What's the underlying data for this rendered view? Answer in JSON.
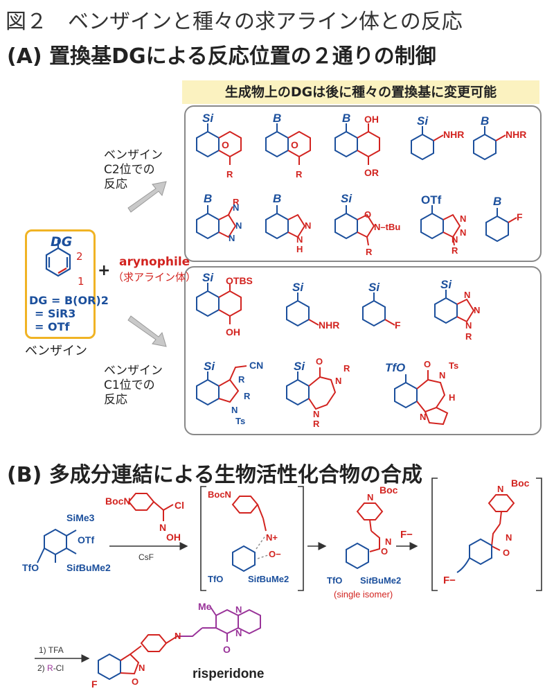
{
  "figure_title": "図２　ベンザインと種々の求アライン体との反応",
  "section_a": {
    "heading": "(A) 置換基DGによる反応位置の２通りの制御",
    "banner": "生成物上のDGは後に種々の置換基に変更可能",
    "c2_label": [
      "ベンザイン",
      "C2位での",
      "反応"
    ],
    "c1_label": [
      "ベンザイン",
      "C1位での",
      "反応"
    ],
    "benzyne_label": "ベンザイン",
    "dg_label": "DG",
    "dg_defs": [
      "DG = B(OR)2",
      "= SiR3",
      "= OTf"
    ],
    "pos_2": "2",
    "pos_1": "1",
    "plus": "+",
    "arynophile": "arynophile",
    "arynophile_jp": "（求アライン体）",
    "c2_products": [
      {
        "dg": "Si",
        "sub": [
          "O",
          "R"
        ]
      },
      {
        "dg": "B",
        "sub": [
          "O",
          "R"
        ]
      },
      {
        "dg": "B",
        "sub": [
          "OH",
          "OR"
        ]
      },
      {
        "dg": "Si",
        "sub": [
          "NHR"
        ]
      },
      {
        "dg": "B",
        "sub": [
          "NHR"
        ]
      },
      {
        "dg": "B",
        "sub": [
          "R",
          "N",
          "N",
          "N"
        ]
      },
      {
        "dg": "B",
        "sub": [
          "N",
          "N",
          "H"
        ]
      },
      {
        "dg": "Si",
        "sub": [
          "O",
          "N",
          "–tBu",
          "R"
        ]
      },
      {
        "dg": "OTf",
        "sub": [
          "N",
          "N",
          "N",
          "R"
        ]
      },
      {
        "dg": "B",
        "sub": [
          "F"
        ]
      }
    ],
    "c1_products": [
      {
        "dg": "Si",
        "sub": [
          "OTBS",
          "OH"
        ]
      },
      {
        "dg": "Si",
        "sub": [
          "NHR"
        ]
      },
      {
        "dg": "Si",
        "sub": [
          "F"
        ]
      },
      {
        "dg": "Si",
        "sub": [
          "N",
          "N",
          "N",
          "R"
        ]
      },
      {
        "dg": "Si",
        "sub": [
          "CN",
          "R",
          "R",
          "N",
          "Ts"
        ]
      },
      {
        "dg": "Si",
        "sub": [
          "O",
          "N",
          "R",
          "N",
          "R"
        ]
      },
      {
        "dg": "TfO",
        "sub": [
          "O",
          "N",
          "Ts",
          "H",
          "N"
        ]
      }
    ]
  },
  "section_b": {
    "heading": "(B) 多成分連結による生物活性化合物の合成",
    "start_subs": [
      "SiMe3",
      "OTf",
      "TfO",
      "SitBuMe2"
    ],
    "reagent": [
      "BocN",
      "Cl",
      "N",
      "OH"
    ],
    "cond1": "CsF",
    "intermediate": [
      "BocN",
      "N+",
      "O−",
      "TfO",
      "SitBuMe2"
    ],
    "product": [
      "Boc",
      "N",
      "O",
      "N",
      "TfO",
      "SitBuMe2"
    ],
    "single_isomer": "(single isomer)",
    "fluoride": "F−",
    "aryne_int": [
      "Boc",
      "N",
      "O",
      "N",
      "F−"
    ],
    "steps": [
      "1) TFA",
      "2) R-Cl"
    ],
    "final_labels": [
      "Me",
      "N",
      "N",
      "O",
      "N",
      "F",
      "O",
      "N"
    ],
    "final_name": "risperidone"
  },
  "colors": {
    "blue": "#1b4f9c",
    "red": "#d2231f",
    "purple": "#993399",
    "box": "#f0b324",
    "banner": "#fbf2c0"
  }
}
